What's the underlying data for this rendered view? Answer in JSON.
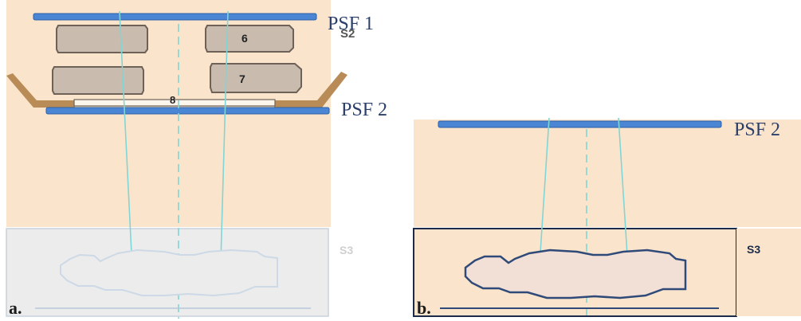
{
  "colors": {
    "panel_bg": "#fae5cc",
    "faded_bg": "#ececec",
    "plate_blue": "#4a86d4",
    "ray_cyan": "#7fd6d6",
    "block_fill": "#c9bcae",
    "tray_brown": "#b98c57",
    "label_navy": "#2a3f6b",
    "outline_navy": "#2f4a78"
  },
  "panel_a": {
    "psf1_label": "PSF 1",
    "s2_label": "S2",
    "psf2_label": "PSF 2",
    "s3_label": "S3",
    "panel_letter": "a.",
    "blocks": [
      {
        "label": "6"
      },
      {
        "label": "7"
      }
    ],
    "tray_label": "8"
  },
  "panel_b": {
    "psf2_label": "PSF 2",
    "s3_label": "S3",
    "panel_letter": "b."
  }
}
